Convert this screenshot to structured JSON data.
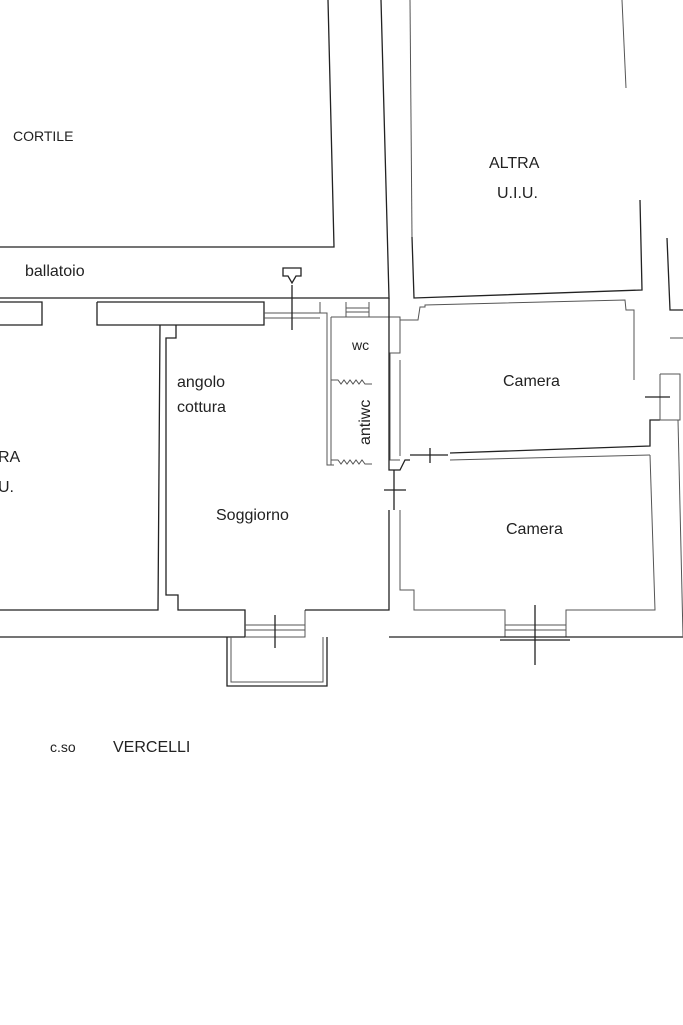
{
  "plan": {
    "courtyard": "CORTILE",
    "other_unit_top": [
      "ALTRA",
      "U.I.U."
    ],
    "other_unit_left": [
      "RA",
      "U."
    ],
    "balcony": "ballatoio",
    "wc": "wc",
    "antiwc": "antiwc",
    "kitchen": [
      "angolo",
      "cottura"
    ],
    "living": "Soggiorno",
    "bedroom_1": "Camera",
    "bedroom_2": "Camera",
    "street_prefix": "c.so",
    "street_name": "VERCELLI"
  }
}
